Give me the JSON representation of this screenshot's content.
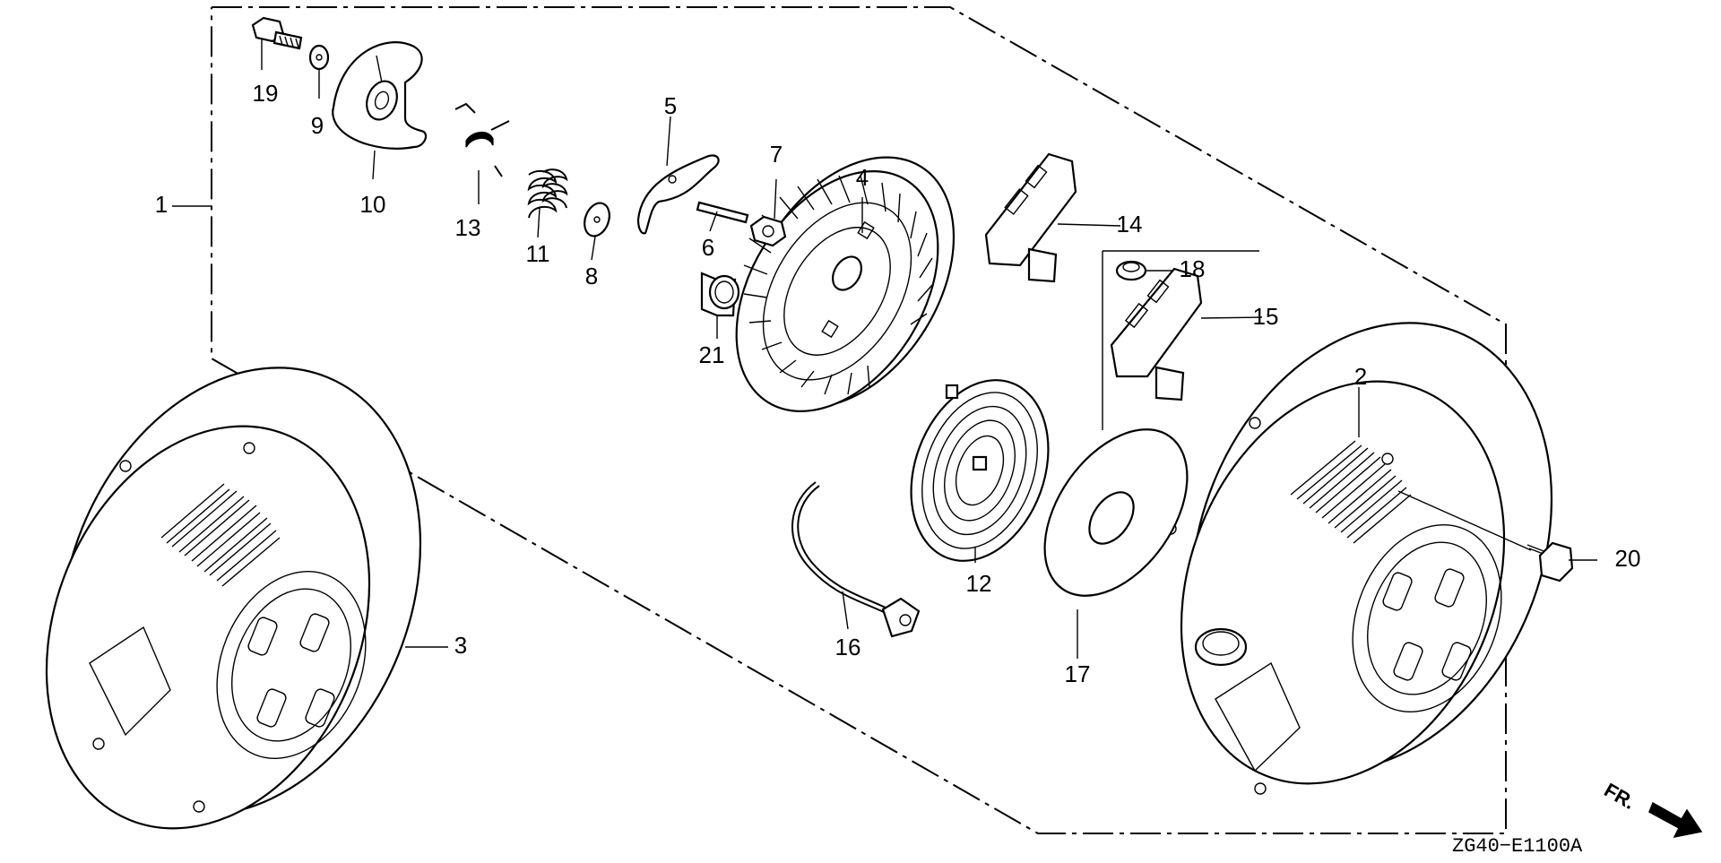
{
  "diagram": {
    "code": "ZG40−E1100A",
    "direction_label": "FR.",
    "parts": [
      {
        "id": "1",
        "label": "1"
      },
      {
        "id": "2",
        "label": "2"
      },
      {
        "id": "3",
        "label": "3"
      },
      {
        "id": "4",
        "label": "4"
      },
      {
        "id": "5",
        "label": "5"
      },
      {
        "id": "6",
        "label": "6"
      },
      {
        "id": "7",
        "label": "7"
      },
      {
        "id": "8",
        "label": "8"
      },
      {
        "id": "9",
        "label": "9"
      },
      {
        "id": "10",
        "label": "10"
      },
      {
        "id": "11",
        "label": "11"
      },
      {
        "id": "12",
        "label": "12"
      },
      {
        "id": "13",
        "label": "13"
      },
      {
        "id": "14",
        "label": "14"
      },
      {
        "id": "15",
        "label": "15"
      },
      {
        "id": "16",
        "label": "16"
      },
      {
        "id": "17",
        "label": "17"
      },
      {
        "id": "18",
        "label": "18"
      },
      {
        "id": "19",
        "label": "19"
      },
      {
        "id": "20",
        "label": "20"
      },
      {
        "id": "21",
        "label": "21"
      }
    ]
  }
}
